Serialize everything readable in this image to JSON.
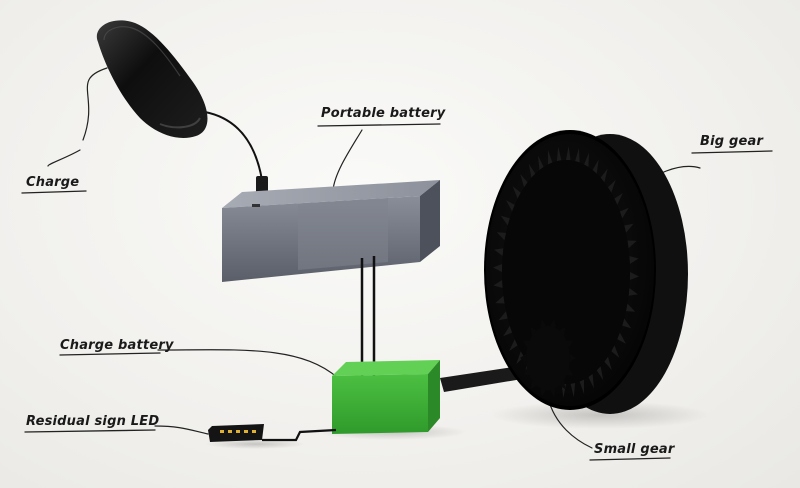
{
  "labels": {
    "charge": "Charge",
    "portable_battery": "Portable battery",
    "big_gear": "Big gear",
    "charge_battery": "Charge battery",
    "residual_sign_led": "Residual sign LED",
    "small_gear": "Small gear"
  },
  "colors": {
    "background": "#f2f1ee",
    "battery_body": "#6e7280",
    "charge_battery_body": "#3fae3a",
    "gear": "#0d0d0d",
    "led": "#e0b030"
  }
}
